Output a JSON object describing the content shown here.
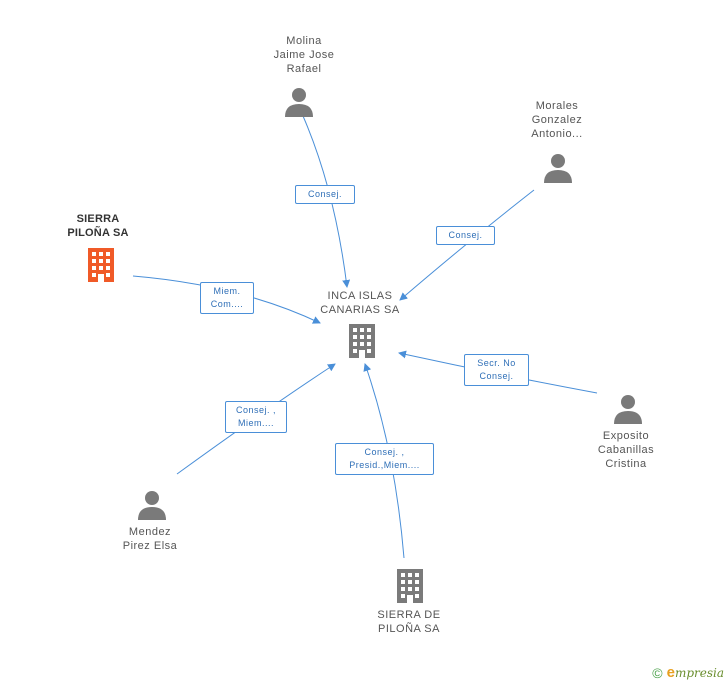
{
  "center": {
    "label": "INCA ISLAS\nCANARIAS SA"
  },
  "nodes": {
    "molina": {
      "label": "Molina\nJaime Jose\nRafael"
    },
    "morales": {
      "label": "Morales\nGonzalez\nAntonio..."
    },
    "sierra_top": {
      "label": "SIERRA\nPILOÑA SA"
    },
    "exposito": {
      "label": "Exposito\nCabanillas\nCristina"
    },
    "mendez": {
      "label": "Mendez\nPirez Elsa"
    },
    "sierra_bottom": {
      "label": "SIERRA DE\nPILOÑA SA"
    }
  },
  "edges": {
    "molina": "Consej.",
    "morales": "Consej.",
    "sierra_top": "Miem.\nCom....",
    "exposito": "Secr. No\nConsej.",
    "mendez": "Consej. ,\nMiem....",
    "sierra_bottom": "Consej. ,\nPresid.,Miem...."
  },
  "colors": {
    "edge": "#4a8fd8",
    "person": "#7a7a7a",
    "company": "#7a7a7a",
    "highlight": "#f05a28"
  },
  "footer": {
    "copyright": "©",
    "brand_initial": "e",
    "brand_rest": "mpresia"
  }
}
